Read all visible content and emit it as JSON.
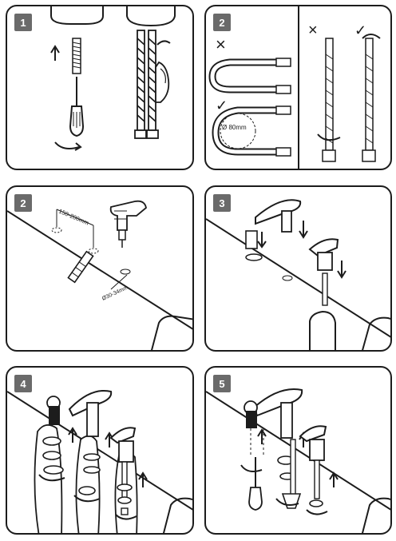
{
  "steps": {
    "p1": "1",
    "p2a": "2",
    "p2b": "2",
    "p3": "3",
    "p4": "4",
    "p5": "5"
  },
  "labels": {
    "bend_diameter": "Ø 80mm",
    "hole_distance": "150-200mm",
    "hole_diameter": "Ø30-34mm"
  },
  "marks": {
    "wrong": "×",
    "right": "✓"
  }
}
